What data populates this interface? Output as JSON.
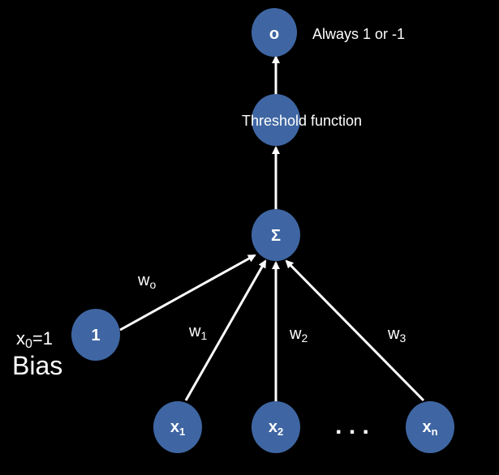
{
  "colors": {
    "background": "#000000",
    "node_fill": "#3f66a3",
    "edge": "#ffffff",
    "text": "#ffffff"
  },
  "nodes": {
    "output": {
      "label": "o"
    },
    "threshold": {
      "label": "Threshold function"
    },
    "sum": {
      "label": "Σ"
    },
    "bias": {
      "label": "1"
    },
    "x1": {
      "label": "x",
      "sub": "1"
    },
    "x2": {
      "label": "x",
      "sub": "2"
    },
    "xn": {
      "label": "x",
      "sub": "n"
    }
  },
  "annotations": {
    "output_note": "Always 1 or -1",
    "bias_eq_base": "x",
    "bias_eq_sub": "0",
    "bias_eq_rest": "=1",
    "bias_title": "Bias",
    "ellipsis": ". . ."
  },
  "weights": {
    "w0": {
      "base": "w",
      "sub": "o"
    },
    "w1": {
      "base": "w",
      "sub": "1"
    },
    "w2": {
      "base": "w",
      "sub": "2"
    },
    "w3": {
      "base": "w",
      "sub": "3"
    }
  }
}
